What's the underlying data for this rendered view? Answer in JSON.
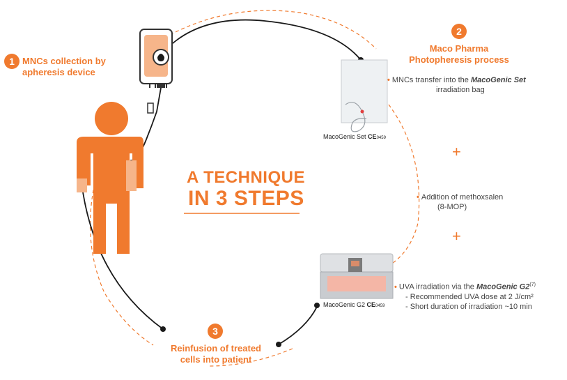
{
  "colors": {
    "accent": "#f07a2e",
    "accent_light": "#f6b58a",
    "text": "#444444"
  },
  "title": {
    "line1": "A TECHNIQUE",
    "line2": "IN 3 STEPS"
  },
  "steps": [
    {
      "number": "1",
      "label_line1": "MNCs collection by",
      "label_line2": "apheresis device"
    },
    {
      "number": "2",
      "label_line1": "Maco Pharma",
      "label_line2": "Photopheresis process"
    },
    {
      "number": "3",
      "label_line1": "Reinfusion of treated",
      "label_line2": "cells into patient"
    }
  ],
  "process": {
    "item1_pre": "MNCs transfer into the ",
    "item1_brand": "MacoGenic Set",
    "item1_line2": "irradiation bag",
    "plus1": "+",
    "item2_line1": "Addition of methoxsalen",
    "item2_line2": "(8-MOP)",
    "plus2": "+",
    "item3_pre": "UVA irradiation via the ",
    "item3_brand": "MacoGenic G2",
    "item3_ref": "(7)",
    "item3_sub1": "- Recommended UVA dose at 2 J/cm²",
    "item3_sub2": "- Short duration of irradiation ~10 min"
  },
  "captions": {
    "set": "MacoGenic Set",
    "set_ce": "CE",
    "set_code": "0459",
    "device": "MacoGenic G2",
    "device_ce": "CE",
    "device_code": "0459"
  }
}
